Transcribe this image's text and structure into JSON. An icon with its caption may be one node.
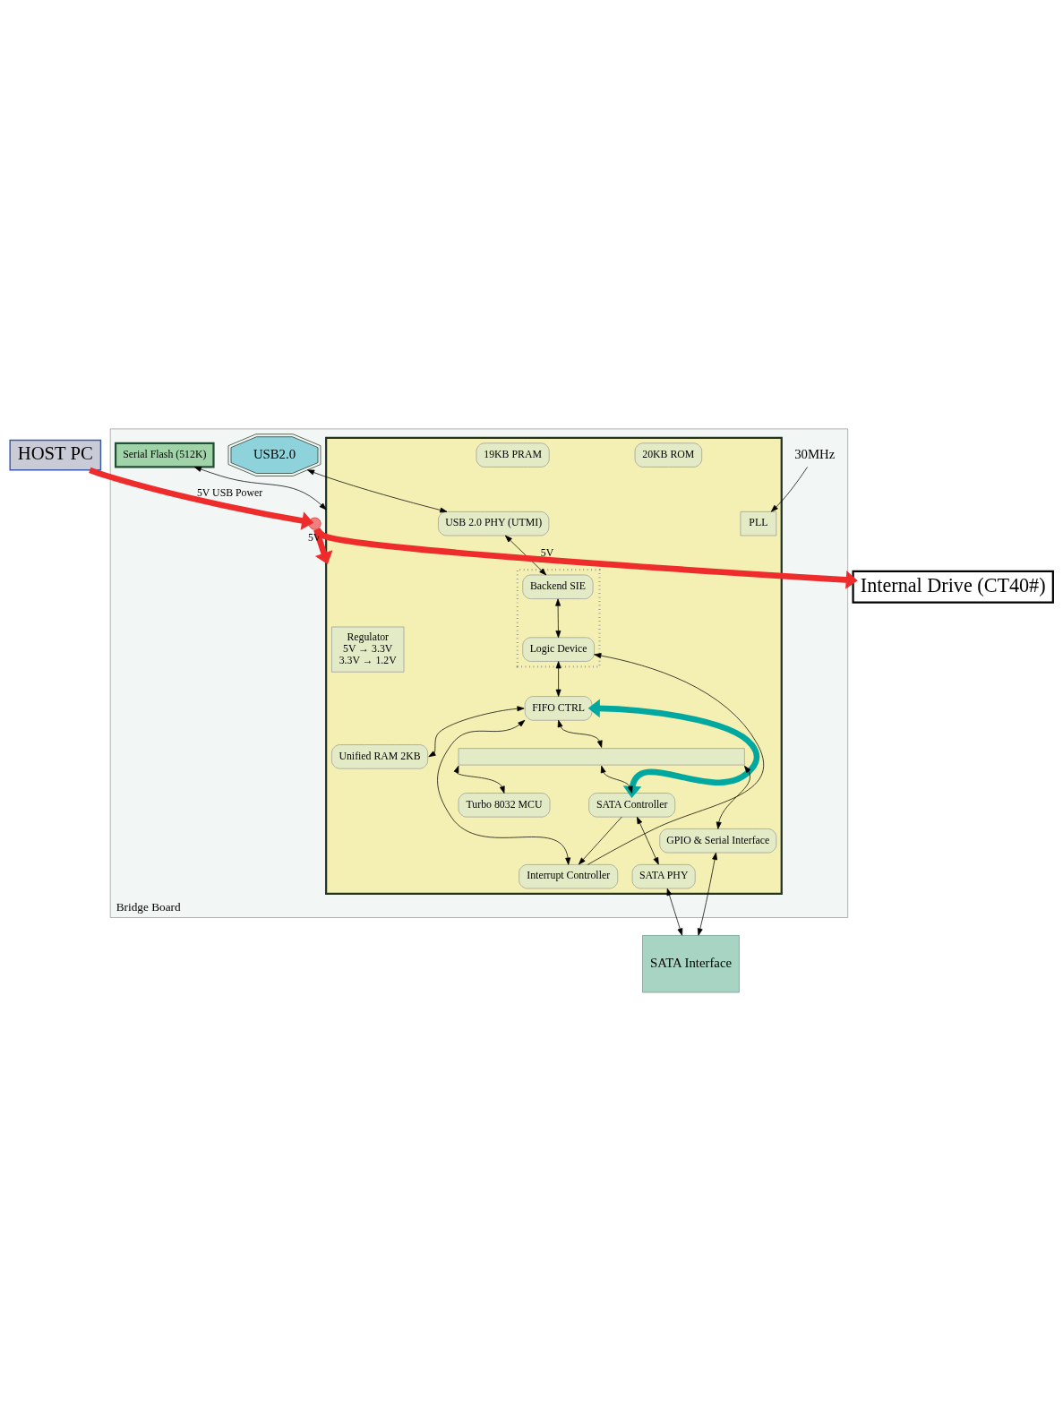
{
  "diagram": {
    "nodes": [
      {
        "text": [
          "HOST PC"
        ]
      },
      {
        "text": [
          "Bridge Board"
        ]
      },
      {
        "text": [],
        "shape": "box",
        "in": 1
      },
      {
        "text": [
          "USB2.0"
        ],
        "in": 1
      },
      {
        "text": [
          "USB 2.0 PHY (UTMI)"
        ],
        "in": 2
      },
      {
        "text": [],
        "shape": "box",
        "in": 2
      },
      {
        "text": [
          "Backend SIE"
        ],
        "in": 5
      },
      {
        "text": [
          "Logic Device"
        ],
        "in": 5
      },
      {
        "text": [
          "FIFO CTRL"
        ],
        "in": 2
      },
      {
        "text": [
          "Unified RAM 2KB"
        ],
        "in": 2
      },
      {
        "text": [
          "Interrupt Controller"
        ],
        "in": 2
      },
      {
        "text": [],
        "shape": "bar",
        "in": 2
      },
      {
        "text": [
          "GPIO & Serial Interface"
        ],
        "in": 2
      },
      {
        "text": [
          "SATA Controller"
        ],
        "in": 2
      },
      {
        "text": [
          "SATA PHY"
        ],
        "in": 2
      },
      {
        "text": [
          "Turbo 8032 MCU"
        ],
        "in": 2
      },
      {
        "text": [
          "20KB ROM"
        ],
        "in": 2
      },
      {
        "text": [
          "19KB PRAM"
        ],
        "in": 2
      },
      {
        "text": [
          "PLL"
        ],
        "in": 2
      },
      {
        "text": [
          "Regulator",
          "5V → 3.3V",
          "3.3V → 1.2V"
        ],
        "in": 2
      },
      {
        "text": [
          "30MHz"
        ],
        "in": 1
      },
      {
        "text": [
          "SATA Interface"
        ]
      },
      {
        "text": [
          "Serial Flash (512K)"
        ],
        "in": 1
      },
      {
        "text": [
          "Internal Drive (CT40#)"
        ]
      },
      {
        "text": [],
        "shape": "circle",
        "in": 1
      }
    ],
    "edges": [
      {
        "from": 3,
        "to": 4,
        "arrow": "both"
      },
      {
        "from": 4,
        "to": 6,
        "arrow": "both"
      },
      {
        "from": 6,
        "to": 7,
        "arrow": "both"
      },
      {
        "from": 7,
        "to": 8,
        "arrow": "both"
      },
      {
        "from": 8,
        "to": 9,
        "arrow": "both"
      },
      {
        "from": 8,
        "to": 10,
        "arrow": "both"
      },
      {
        "from": 8,
        "to": 11,
        "arrow": "both"
      },
      {
        "from": 8,
        "to": 13,
        "arrow": "both",
        "style": "thick",
        "color": "#00a8a0"
      },
      {
        "from": 11,
        "to": 12,
        "arrow": "both"
      },
      {
        "from": 11,
        "to": 13,
        "arrow": "both"
      },
      {
        "from": 11,
        "to": 15,
        "arrow": "both"
      },
      {
        "from": 12,
        "to": 21,
        "arrow": "both"
      },
      {
        "from": 13,
        "to": 14,
        "arrow": "both"
      },
      {
        "from": 14,
        "to": 21,
        "arrow": "both"
      },
      {
        "from": 10,
        "to": 7,
        "arrow": "to"
      },
      {
        "from": 13,
        "to": 10,
        "arrow": "to"
      },
      {
        "from": 20,
        "to": 18,
        "arrow": "to"
      },
      {
        "from": 22,
        "to": 2,
        "arrow": "both"
      },
      {
        "from": 0,
        "to": 24,
        "arrow": "to",
        "label": "5V USB Power",
        "color": "#ee2c2c",
        "style": "thick"
      },
      {
        "from": 24,
        "to": 2,
        "arrow": "to",
        "label": "5V",
        "color": "#ee2c2c",
        "style": "thick"
      },
      {
        "from": 24,
        "to": 23,
        "arrow": "to",
        "label": "5V",
        "color": "#ee2c2c",
        "style": "thick"
      }
    ]
  }
}
